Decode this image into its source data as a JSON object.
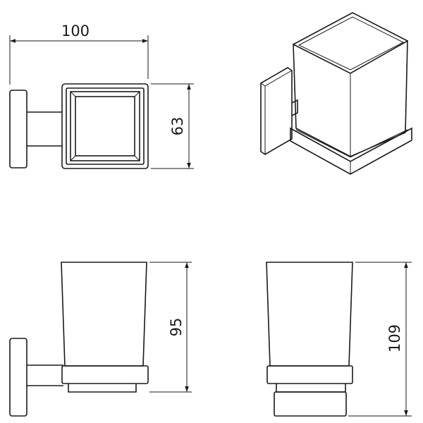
{
  "dimensions": {
    "width_top": "100",
    "depth_top": "63",
    "height_side": "95",
    "height_front": "109"
  },
  "colors": {
    "line": "#1a1a1a",
    "background": "#ffffff"
  }
}
